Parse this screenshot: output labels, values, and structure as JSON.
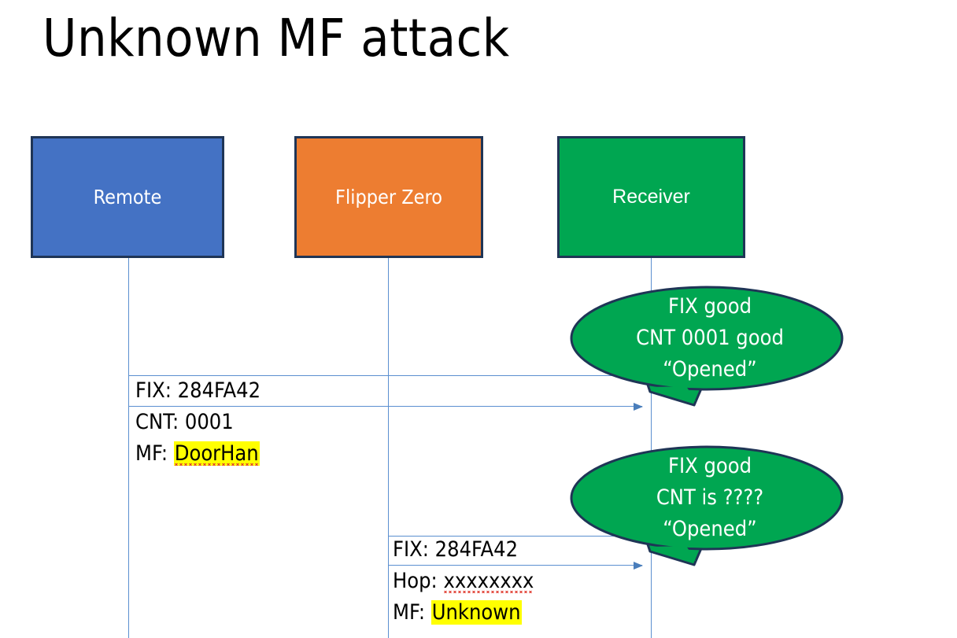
{
  "slide": {
    "title": "Unknown MF attack",
    "background": "#FFFFFF"
  },
  "colors": {
    "remote": "#4472C4",
    "flipper": "#ED7D31",
    "receiver": "#00A651",
    "box_border": "#1F3556",
    "lifeline": "#5B8FD0",
    "arrow": "#4A7EBB",
    "highlight": "#FFFF00",
    "spellcheck_underline": "#E03B2F"
  },
  "actors": [
    {
      "id": "remote",
      "label": "Remote"
    },
    {
      "id": "flipper",
      "label": "Flipper Zero"
    },
    {
      "id": "receiver",
      "label": "Receiver"
    }
  ],
  "messages": [
    {
      "id": "remote-to-receiver",
      "from": "remote",
      "to": "receiver",
      "lines": [
        {
          "label": "FIX: ",
          "value": "284FA42",
          "highlight": false,
          "spellcheck": false
        },
        {
          "label": "CNT: ",
          "value": "0001",
          "highlight": false,
          "spellcheck": false
        },
        {
          "label": "MF: ",
          "value": "DoorHan",
          "highlight": true,
          "spellcheck": true
        }
      ]
    },
    {
      "id": "flipper-to-receiver",
      "from": "flipper",
      "to": "receiver",
      "lines": [
        {
          "label": "FIX: ",
          "value": "284FA42",
          "highlight": false,
          "spellcheck": false
        },
        {
          "label": "Hop: ",
          "value": "xxxxxxxx",
          "highlight": false,
          "spellcheck": true
        },
        {
          "label": "MF: ",
          "value": "Unknown",
          "highlight": true,
          "spellcheck": false
        }
      ]
    }
  ],
  "callouts": [
    {
      "id": "callout-1",
      "attached_to": "receiver",
      "lines": [
        "FIX good",
        "CNT 0001 good",
        "“Opened”"
      ]
    },
    {
      "id": "callout-2",
      "attached_to": "receiver",
      "lines": [
        "FIX good",
        "CNT is ????",
        "“Opened”"
      ]
    }
  ]
}
